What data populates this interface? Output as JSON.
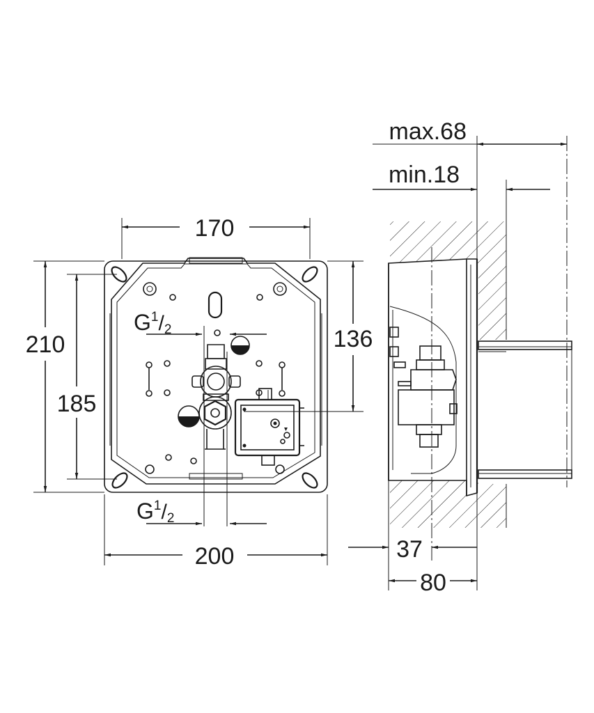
{
  "dimensions": {
    "width_top": "170",
    "width_total": "200",
    "height_total": "210",
    "height_inner": "185",
    "height_right": "136",
    "depth_offset": "37",
    "depth_total": "80",
    "max_depth": "max.68",
    "min_depth": "min.18"
  },
  "connections": {
    "top": {
      "base": "G",
      "sup": "1",
      "sub": "2"
    },
    "bottom": {
      "base": "G",
      "sup": "1",
      "sub": "2"
    }
  }
}
